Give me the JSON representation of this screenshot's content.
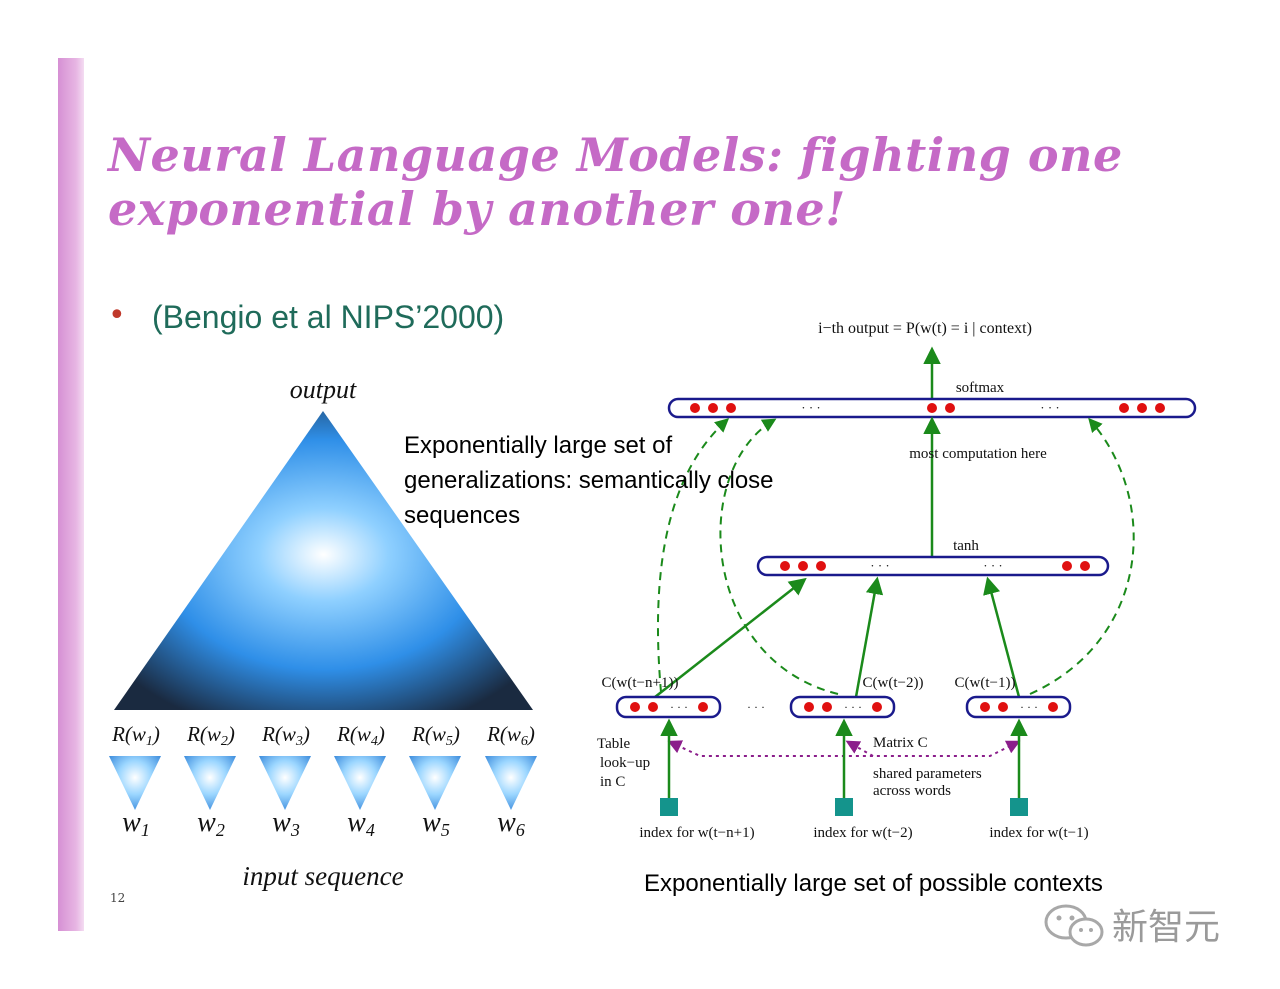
{
  "slide": {
    "title": "Neural Language Models: fighting one exponential by another one!",
    "bullet_symbol": "•",
    "bullet_text": "(Bengio et al NIPS’2000)",
    "note_generalizations": "Exponentially large set of generalizations: semantically close sequences",
    "note_contexts": "Exponentially large set of possible contexts",
    "page_number": "12",
    "watermark_text": "新智元",
    "accent_color": "#c56ac6",
    "bullet_text_color": "#1f6b5a"
  },
  "pyramid": {
    "top_label": "output",
    "bottom_label": "input sequence",
    "representations": [
      "R(w",
      "R(w",
      "R(w",
      "R(w",
      "R(w",
      "R(w"
    ],
    "rep_subscripts": [
      "1",
      "2",
      "3",
      "4",
      "5",
      "6"
    ],
    "words": [
      "w",
      "w",
      "w",
      "w",
      "w",
      "w"
    ],
    "word_subscripts": [
      "1",
      "2",
      "3",
      "4",
      "5",
      "6"
    ]
  },
  "network": {
    "output_label": "i−th output = P(w(t)  = i | context)",
    "softmax_label": "softmax",
    "computation_label": "most  computation here",
    "tanh_label": "tanh",
    "dots": "· · ·",
    "context_labels": [
      "C(w(t−n+1))",
      "C(w(t−2))",
      "C(w(t−1))"
    ],
    "index_labels": [
      "index for w(t−n+1)",
      "index for w(t−2)",
      "index for w(t−1)"
    ],
    "table_lookup_lines": [
      "Table",
      "look−up",
      "in C"
    ],
    "matrix_label": "Matrix  C",
    "shared_lines": [
      "shared parameters",
      "across words"
    ],
    "colors": {
      "layer_border": "#1a1a8c",
      "unit": "#e01010",
      "arrow": "#1b8a1b",
      "dashed": "#1b8a1b",
      "shared": "#8b1e8b",
      "index_square": "#14948c"
    }
  }
}
